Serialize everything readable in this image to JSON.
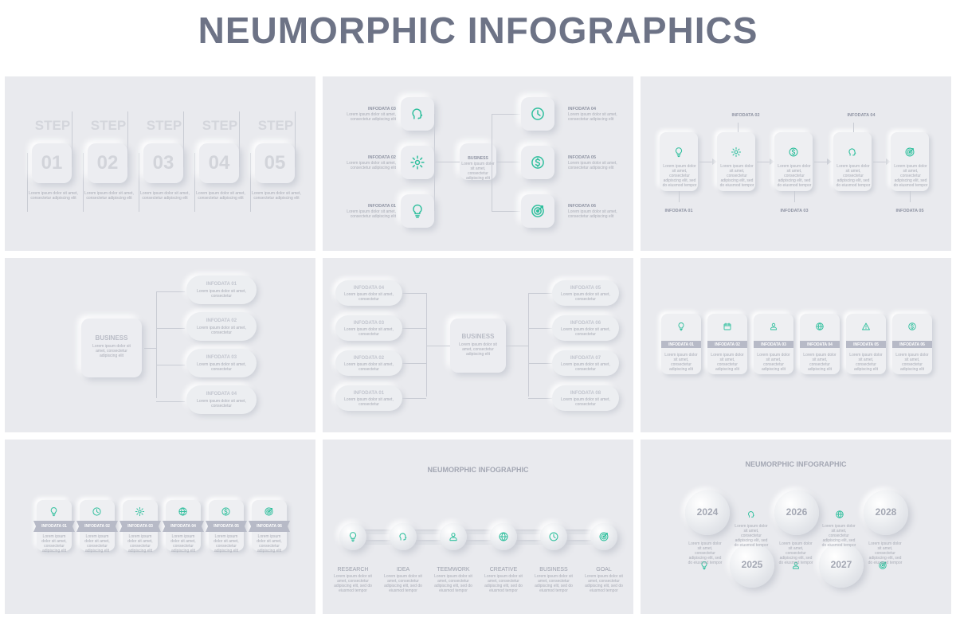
{
  "title": "NEUMORPHIC INFOGRAPHICS",
  "lorem": {
    "three": "Lorem ipsum dolor sit amet, consectetur adipiscing elit",
    "two": "Lorem ipsum dolor sit amet, consectetur",
    "four": "Lorem ipsum dolor sit amet, consectetur adipiscing elit, sed do eiusmod tempor"
  },
  "panel1": {
    "steps": [
      {
        "word": "STEP",
        "num": "01"
      },
      {
        "word": "STEP",
        "num": "02"
      },
      {
        "word": "STEP",
        "num": "03"
      },
      {
        "word": "STEP",
        "num": "04"
      },
      {
        "word": "STEP",
        "num": "05"
      }
    ]
  },
  "panel2": {
    "center": "BUSINESS",
    "left": [
      {
        "label": "INFODATA 03",
        "icon": "head-icon"
      },
      {
        "label": "INFODATA 02",
        "icon": "gear-icon"
      },
      {
        "label": "INFODATA 01",
        "icon": "bulb-icon"
      }
    ],
    "right": [
      {
        "label": "INFODATA 04",
        "icon": "clock-icon"
      },
      {
        "label": "INFODATA 05",
        "icon": "dollar-icon"
      },
      {
        "label": "INFODATA 06",
        "icon": "target-icon"
      }
    ]
  },
  "panel3": {
    "top": [
      "INFODATA 02",
      "INFODATA 04"
    ],
    "bottom": [
      "INFODATA 01",
      "INFODATA 03",
      "INFODATA 05"
    ],
    "icons": [
      "bulb-icon",
      "gear-icon",
      "dollar-icon",
      "head-icon",
      "target-icon"
    ]
  },
  "panel4": {
    "center": "BUSINESS",
    "items": [
      "INFODATA 01",
      "INFODATA 02",
      "INFODATA 03",
      "INFODATA 04"
    ]
  },
  "panel5": {
    "center": "BUSINESS",
    "left": [
      "INFODATA 04",
      "INFODATA 03",
      "INFODATA 02",
      "INFODATA 01"
    ],
    "right": [
      "INFODATA 05",
      "INFODATA 06",
      "INFODATA 07",
      "INFODATA 08"
    ]
  },
  "panel6": {
    "items": [
      {
        "label": "INFODATA 01",
        "icon": "bulb-icon"
      },
      {
        "label": "INFODATA 02",
        "icon": "calendar-icon"
      },
      {
        "label": "INFODATA 03",
        "icon": "person-icon"
      },
      {
        "label": "INFODATA 04",
        "icon": "globe-icon"
      },
      {
        "label": "INFODATA 05",
        "icon": "warning-icon"
      },
      {
        "label": "INFODATA 06",
        "icon": "dollar-icon"
      }
    ]
  },
  "panel7": {
    "items": [
      {
        "label": "INFODATA 01",
        "icon": "bulb-icon"
      },
      {
        "label": "INFODATA 02",
        "icon": "clock-icon"
      },
      {
        "label": "INFODATA 03",
        "icon": "gear-icon"
      },
      {
        "label": "INFODATA 04",
        "icon": "globe-icon"
      },
      {
        "label": "INFODATA 05",
        "icon": "dollar-icon"
      },
      {
        "label": "INFODATA 06",
        "icon": "target-icon"
      }
    ]
  },
  "panel8": {
    "title": "NEUMORPHIC INFOGRAPHIC",
    "items": [
      {
        "label": "RESEARCH",
        "icon": "bulb-icon"
      },
      {
        "label": "IDEA",
        "icon": "head-icon"
      },
      {
        "label": "TEEMWORK",
        "icon": "person-icon"
      },
      {
        "label": "CREATIVE",
        "icon": "globe-icon"
      },
      {
        "label": "BUSINESS",
        "icon": "clock-icon"
      },
      {
        "label": "GOAL",
        "icon": "target-icon"
      }
    ]
  },
  "panel9": {
    "title": "NEUMORPHIC INFOGRAPHIC",
    "years": [
      "2024",
      "2025",
      "2026",
      "2027",
      "2028"
    ],
    "icons": [
      "head-icon",
      "bulb-icon",
      "person-icon",
      "globe-icon",
      "target-icon"
    ]
  },
  "colors": {
    "accent": "#2fbf9d",
    "title": "#6d7386",
    "panel": "#e9eaee",
    "bar": "#b7bac7"
  }
}
